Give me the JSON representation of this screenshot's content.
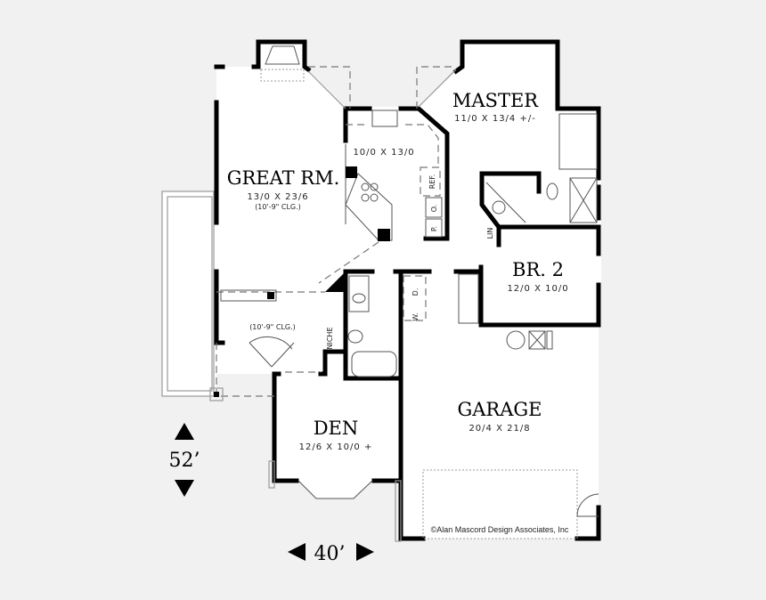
{
  "rooms": {
    "great_room": {
      "name": "GREAT RM.",
      "size": "13/0 X 23/6",
      "ceiling": "(10'-9\" CLG.)"
    },
    "kitchen": {
      "size": "10/0 X 13/0",
      "ref": "REF.",
      "pantry_o": "O.",
      "pantry_p": "P."
    },
    "master": {
      "name": "MASTER",
      "size": "11/0 X 13/4 +/-"
    },
    "linen": "LIN",
    "br2": {
      "name": "BR. 2",
      "size": "12/0 X 10/0"
    },
    "entry": {
      "ceiling": "(10'-9\" CLG.)",
      "niche": "NICHE"
    },
    "laundry": {
      "washer": "W.",
      "dryer": "D."
    },
    "den": {
      "name": "DEN",
      "size": "12/6 X 10/0 +"
    },
    "garage": {
      "name": "GARAGE",
      "size": "20/4 X 21/8"
    }
  },
  "dimensions": {
    "depth": "52’",
    "width": "40’"
  },
  "copyright": "©Alan Mascord Design Associates, Inc",
  "colors": {
    "background": "#f1f1f1",
    "plan": "#ffffff",
    "walls": "#000000"
  }
}
